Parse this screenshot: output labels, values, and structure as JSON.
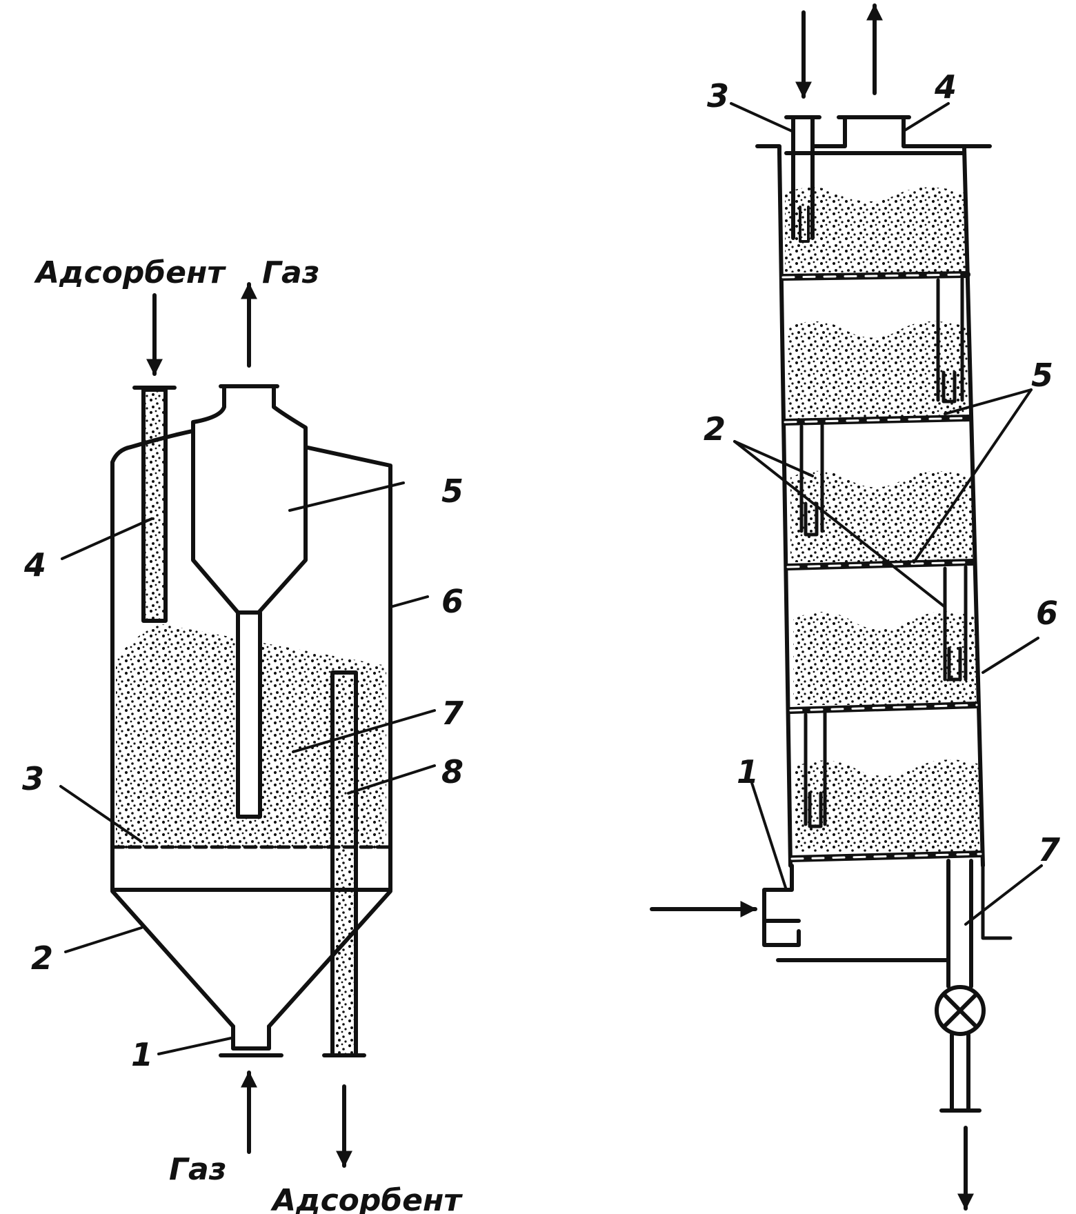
{
  "left": {
    "labels": {
      "adsorbent_in": "Адсорбент",
      "gas_out": "Газ",
      "gas_in": "Газ",
      "adsorbent_out": "Адсорбент",
      "n1": "1",
      "n2": "2",
      "n3": "3",
      "n4": "4",
      "n5": "5",
      "n6": "6",
      "n7": "7",
      "n8": "8"
    }
  },
  "right": {
    "labels": {
      "n1": "1",
      "n2": "2",
      "n3": "3",
      "n4": "4",
      "n5": "5",
      "n6": "6",
      "n7": "7"
    }
  },
  "colors": {
    "ink": "#111111",
    "paper": "#ffffff"
  }
}
